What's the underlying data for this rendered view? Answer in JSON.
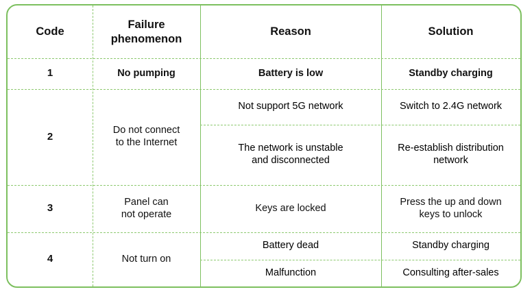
{
  "table": {
    "headers": [
      {
        "label": "Code"
      },
      {
        "label": "Failure\nphenomenon"
      },
      {
        "label": "Reason"
      },
      {
        "label": "Solution"
      }
    ],
    "header_labels": {
      "code": "Code",
      "phenomenon_line1": "Failure",
      "phenomenon_line2": "phenomenon",
      "reason": "Reason",
      "solution": "Solution"
    },
    "rows": [
      {
        "code": "1",
        "phenomenon": "No pumping",
        "entries": [
          {
            "reason": "Battery is low",
            "solution": "Standby charging"
          }
        ]
      },
      {
        "code": "2",
        "phenomenon_line1": "Do not connect",
        "phenomenon_line2": "to the Internet",
        "entries": [
          {
            "reason": "Not support 5G network",
            "solution": "Switch to 2.4G network"
          },
          {
            "reason_line1": "The network is unstable",
            "reason_line2": "and disconnected",
            "solution_line1": "Re-establish distribution",
            "solution_line2": "network"
          }
        ]
      },
      {
        "code": "3",
        "phenomenon_line1": "Panel can",
        "phenomenon_line2": "not operate",
        "entries": [
          {
            "reason": "Keys are locked",
            "solution_line1": "Press the up and down",
            "solution_line2": "keys to unlock"
          }
        ]
      },
      {
        "code": "4",
        "phenomenon": "Not turn on",
        "entries": [
          {
            "reason": "Battery dead",
            "solution": "Standby charging"
          },
          {
            "reason": "Malfunction",
            "solution": "Consulting after-sales"
          }
        ]
      }
    ]
  },
  "colors": {
    "border_solid": "#7cbf5e",
    "border_dashed": "#8cc86e",
    "text": "#111111",
    "background": "#ffffff"
  }
}
